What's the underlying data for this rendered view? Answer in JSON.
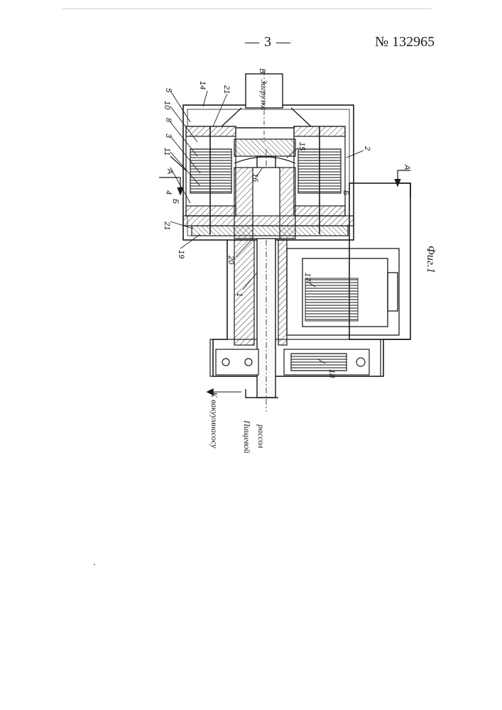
{
  "header": {
    "page_number": "— 3 —",
    "patent_number": "№ 132965"
  },
  "figure": {
    "caption": "Фиг.1",
    "labels": {
      "top_arrow": "В",
      "loading": "Загрузка",
      "brine_top": "Пищевой",
      "brine_bottom": "рассол",
      "vacuum": "К вакуумнасосу",
      "section_a": "А",
      "section_b": "Б",
      "section_b2": "Б"
    },
    "callouts": [
      "1",
      "2",
      "3",
      "4",
      "5",
      "8",
      "10",
      "11",
      "14",
      "15",
      "16",
      "17",
      "18",
      "19",
      "20",
      "21",
      "21"
    ]
  }
}
